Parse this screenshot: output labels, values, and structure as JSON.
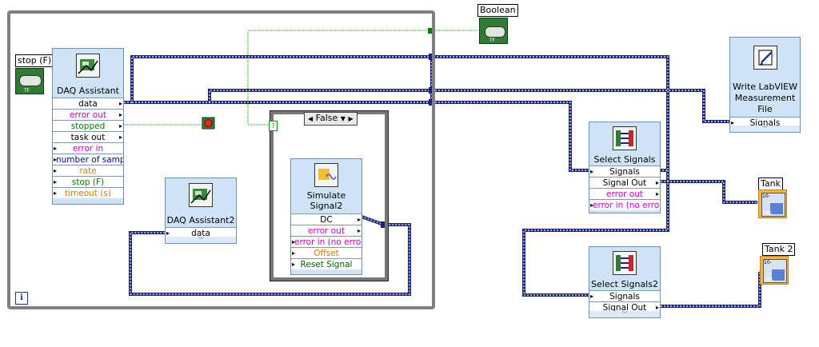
{
  "loop": {
    "iteration_label": "i"
  },
  "stop_control": {
    "label": "stop (F)",
    "tf": "TF"
  },
  "boolean_indicator": {
    "label": "Boolean",
    "tf": "TF"
  },
  "case_structure": {
    "selector_value": "False",
    "selector_arrow": "▼",
    "left_arrow": "◀",
    "right_arrow": "▶",
    "terminal_mark": "?"
  },
  "daq_assistant": {
    "title": "DAQ Assistant",
    "terminals": [
      "data",
      "error out",
      "stopped",
      "task out",
      "error in",
      "number of samp",
      "rate",
      "stop (F)",
      "timeout (s)"
    ]
  },
  "daq_assistant2": {
    "title": "DAQ Assistant2",
    "terminals": [
      "data"
    ]
  },
  "simulate_signal2": {
    "title_line1": "Simulate",
    "title_line2": "Signal2",
    "terminals": [
      "DC",
      "error out",
      "error in (no erro",
      "Offset",
      "Reset Signal"
    ]
  },
  "write_measurement_file": {
    "title_line1": "Write LabVIEW",
    "title_line2": "Measurement",
    "title_line3": "File",
    "terminals": [
      "Signals"
    ]
  },
  "select_signals": {
    "title": "Select Signals",
    "terminals": [
      "Signals",
      "Signal Out",
      "error out",
      "error in (no erro"
    ]
  },
  "select_signals2": {
    "title": "Select Signals2",
    "terminals": [
      "Signals",
      "Signal Out"
    ]
  },
  "tank": {
    "label": "Tank",
    "tick": "10-",
    "mark": "DBL"
  },
  "tank2": {
    "label": "Tank 2",
    "tick": "10-",
    "mark": "DBL"
  },
  "colors": {
    "dynamic_wire": "#1a237e",
    "boolean_wire": "#00a000",
    "node_fill": "#cfe3f7",
    "error_terminal": "#cc00cc",
    "boolean_terminal": "#008000",
    "numeric_terminal": "#e07a00"
  }
}
